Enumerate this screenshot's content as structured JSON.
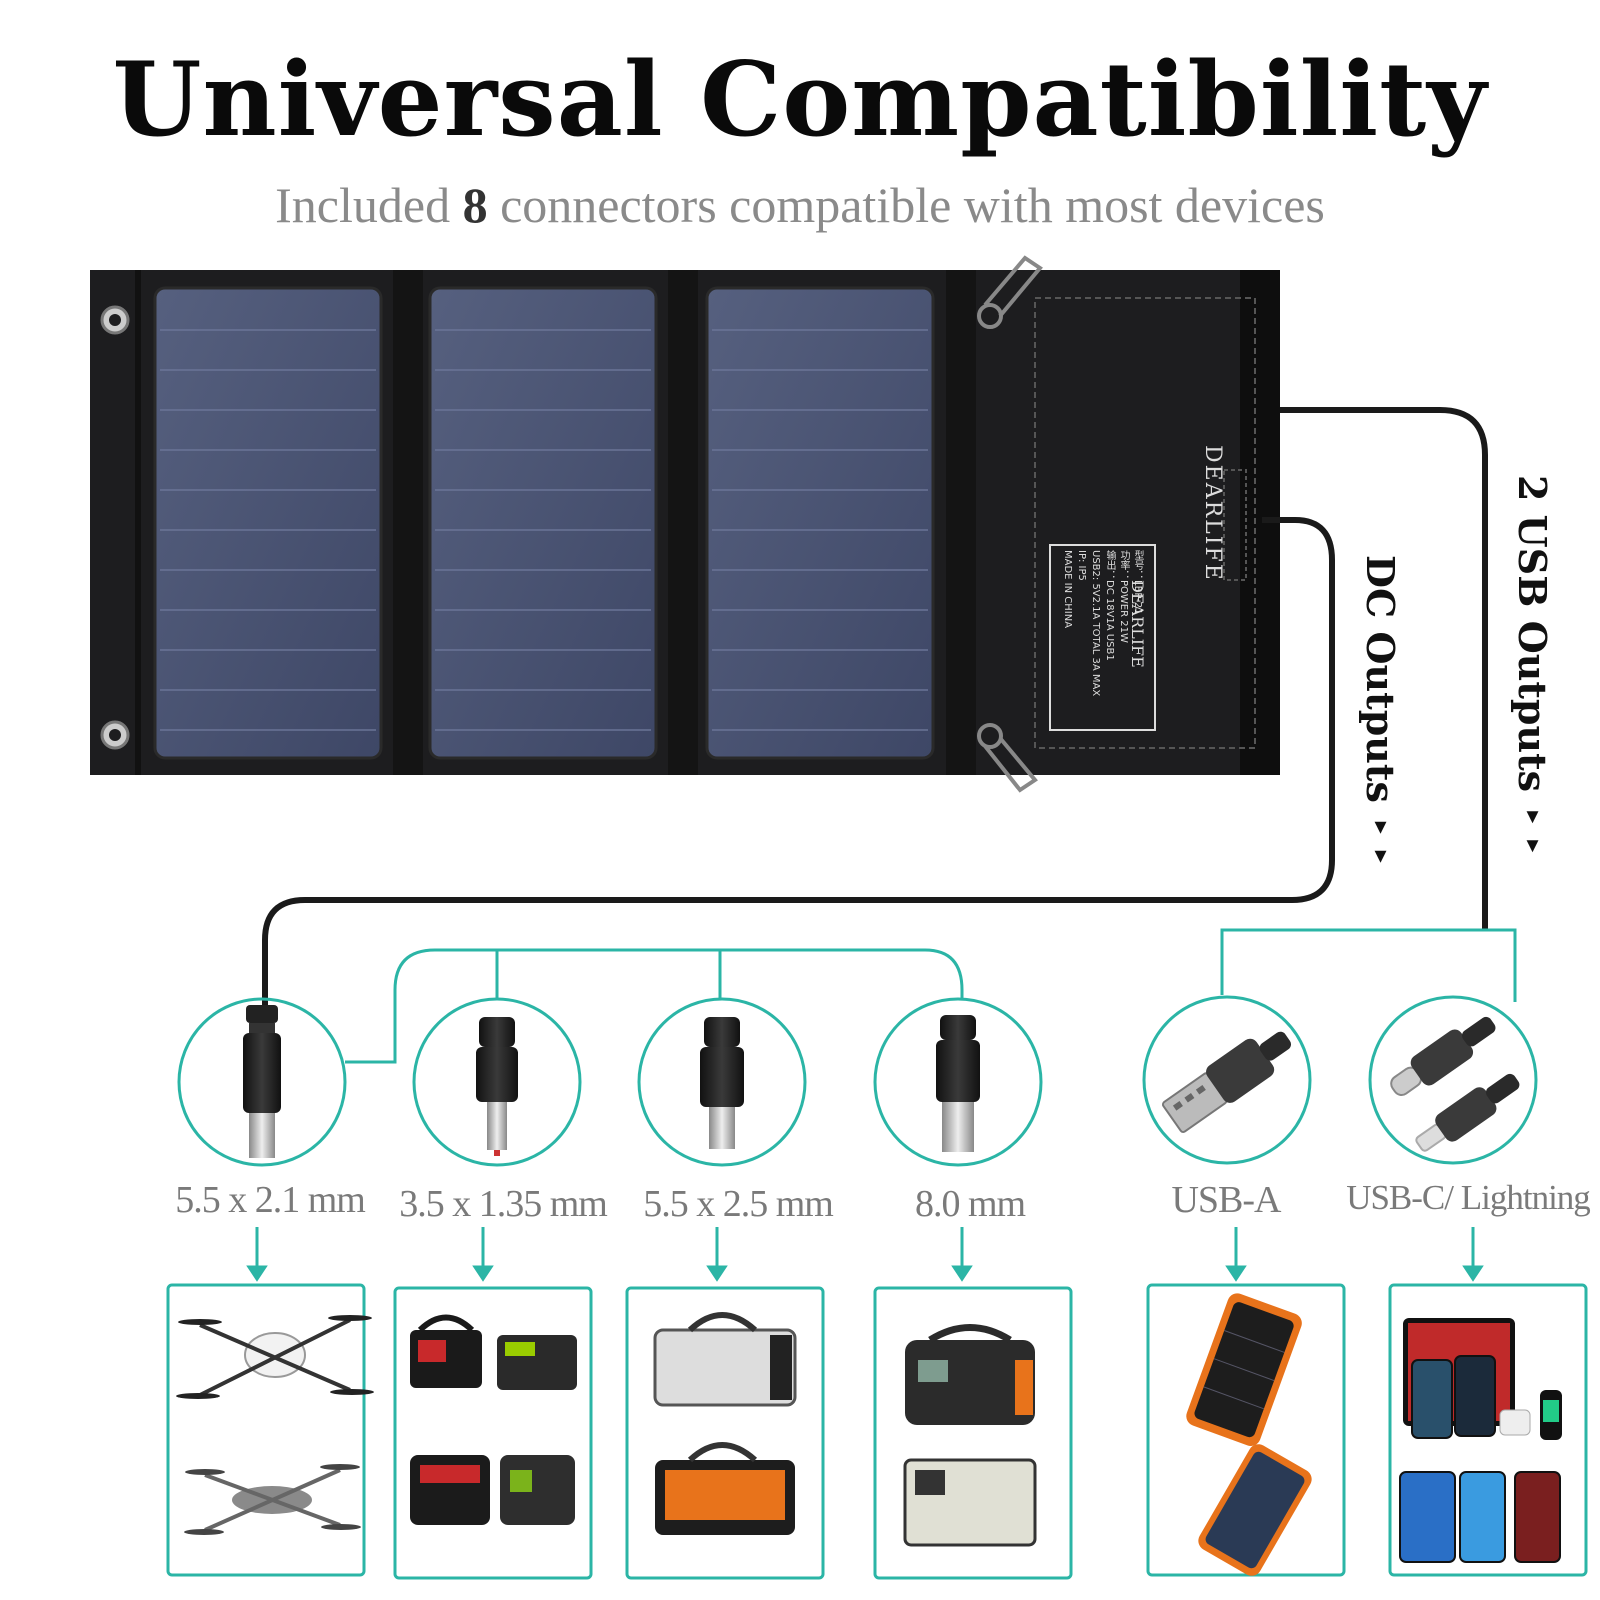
{
  "title": "Universal Compatibility",
  "subtitle": {
    "pre": "Included ",
    "count": "8",
    "post": " connectors compatible with most devices"
  },
  "panel": {
    "brand": "DEARLIFE",
    "label_brand": "DEARLIFE",
    "label_lines": "型号：LBP-21\n功率：POWER 21W\n输出：DC 18V1A USB1\nUSB2: 5V2.1A TOTAL 3A MAX\nIP: IP5\nMADE IN CHINA"
  },
  "outputs": {
    "dc_label": "DC Outputs",
    "usb_label": "2 USB Outputs"
  },
  "connectors": [
    {
      "label": "5.5 x 2.1 mm",
      "devices": "drones"
    },
    {
      "label": "3.5 x 1.35 mm",
      "devices": "portable power stations"
    },
    {
      "label": "5.5 x 2.5 mm",
      "devices": "power stations"
    },
    {
      "label": "8.0 mm",
      "devices": "power stations"
    },
    {
      "label": "USB-A",
      "devices": "power banks"
    },
    {
      "label": "USB-C/ Lightning",
      "devices": "phones, tablets, earbuds, watches"
    }
  ],
  "colors": {
    "accent": "#2bb5a6",
    "panel": "#1c1c1e",
    "cell": "#4a5578"
  }
}
